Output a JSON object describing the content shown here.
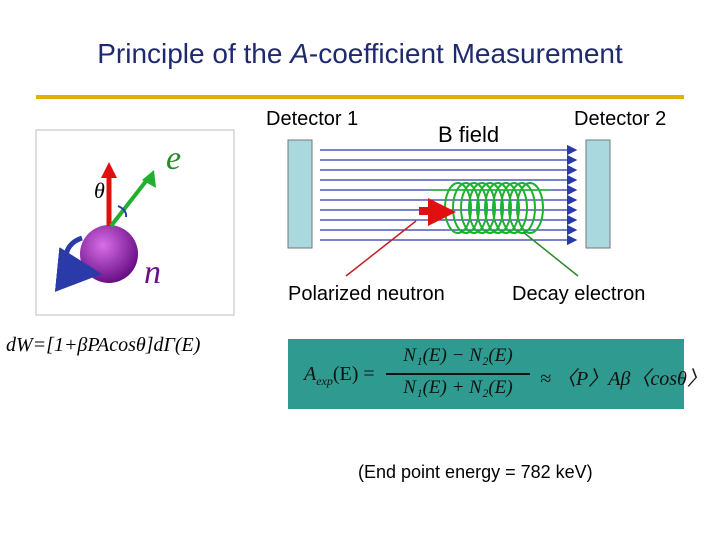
{
  "slide": {
    "title_prefix": "Principle of the ",
    "title_italic": "A",
    "title_suffix": "-coefficient Measurement",
    "accent_color": "#e0b000",
    "title_color": "#1f2a6e"
  },
  "diagram": {
    "detector1_label": "Detector 1",
    "detector2_label": "Detector 2",
    "bfield_label": "B field",
    "neutron_label": "Polarized neutron",
    "electron_label": "Decay electron",
    "theta_symbol": "θ",
    "electron_symbol": "e",
    "neutron_symbol": "n",
    "neutron_color": "#8a1fa8",
    "spin_arrow_color": "#e01010",
    "electron_arrow_color": "#20b030",
    "rotation_arrow_color": "#2a3aa8",
    "detector_color": "#a9d9df"
  },
  "rate_formula": {
    "text": "dW=[1+βPAcosθ]dΓ(E)",
    "highlight_color": "#2030c0"
  },
  "asym_formula": {
    "lhs": "A",
    "lhs_sub": "exp",
    "lhs_arg": "(E) =",
    "numerator": "N₁(E) − N₂(E)",
    "denominator": "N₁(E) + N₂(E)",
    "rhs": "≈ 〈P〉Aβ〈cosθ〉",
    "box_color": "#2f9a8f"
  },
  "note": "(End point energy = 782 keV)"
}
